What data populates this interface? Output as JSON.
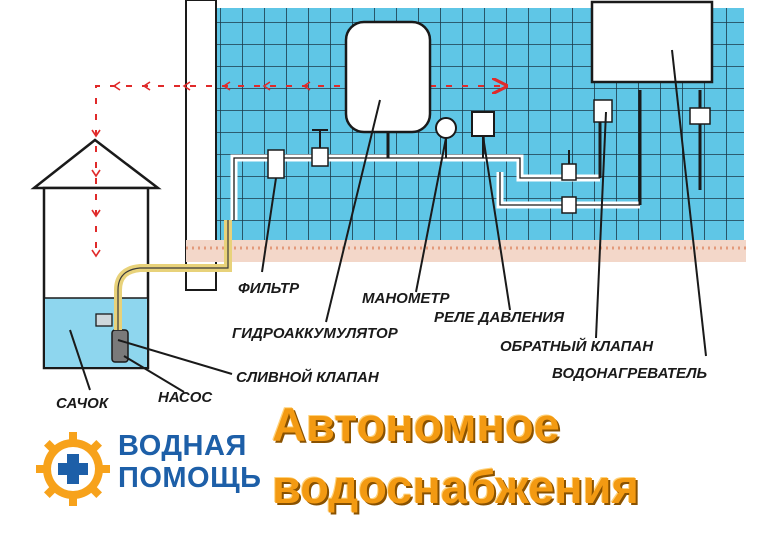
{
  "labels": {
    "filter": "ФИЛЬТР",
    "manometer": "МАНОМЕТР",
    "pressure_relay": "РЕЛЕ ДАВЛЕНИЯ",
    "hydroaccumulator": "ГИДРОАККУМУЛЯТОР",
    "check_valve": "ОБРАТНЫЙ КЛАПАН",
    "drain_valve": "СЛИВНОЙ КЛАПАН",
    "water_heater": "ВОДОНАГРЕВАТЕЛЬ",
    "strainer": "САЧОК",
    "pump": "НАСОС"
  },
  "brand": {
    "line1": "ВОДНАЯ",
    "line2": "ПОМОЩЬ"
  },
  "headline": {
    "line1": "Автономное",
    "line2": "водоснабжения"
  },
  "colors": {
    "tile": "#5fc6e6",
    "tile_grid": "#1a3a4a",
    "water": "#8ed6ee",
    "flow_arrow": "#e02a2a",
    "brand_blue": "#1d5fa8",
    "headline_orange": "#f39a12",
    "gear_orange": "#f7a21b"
  }
}
